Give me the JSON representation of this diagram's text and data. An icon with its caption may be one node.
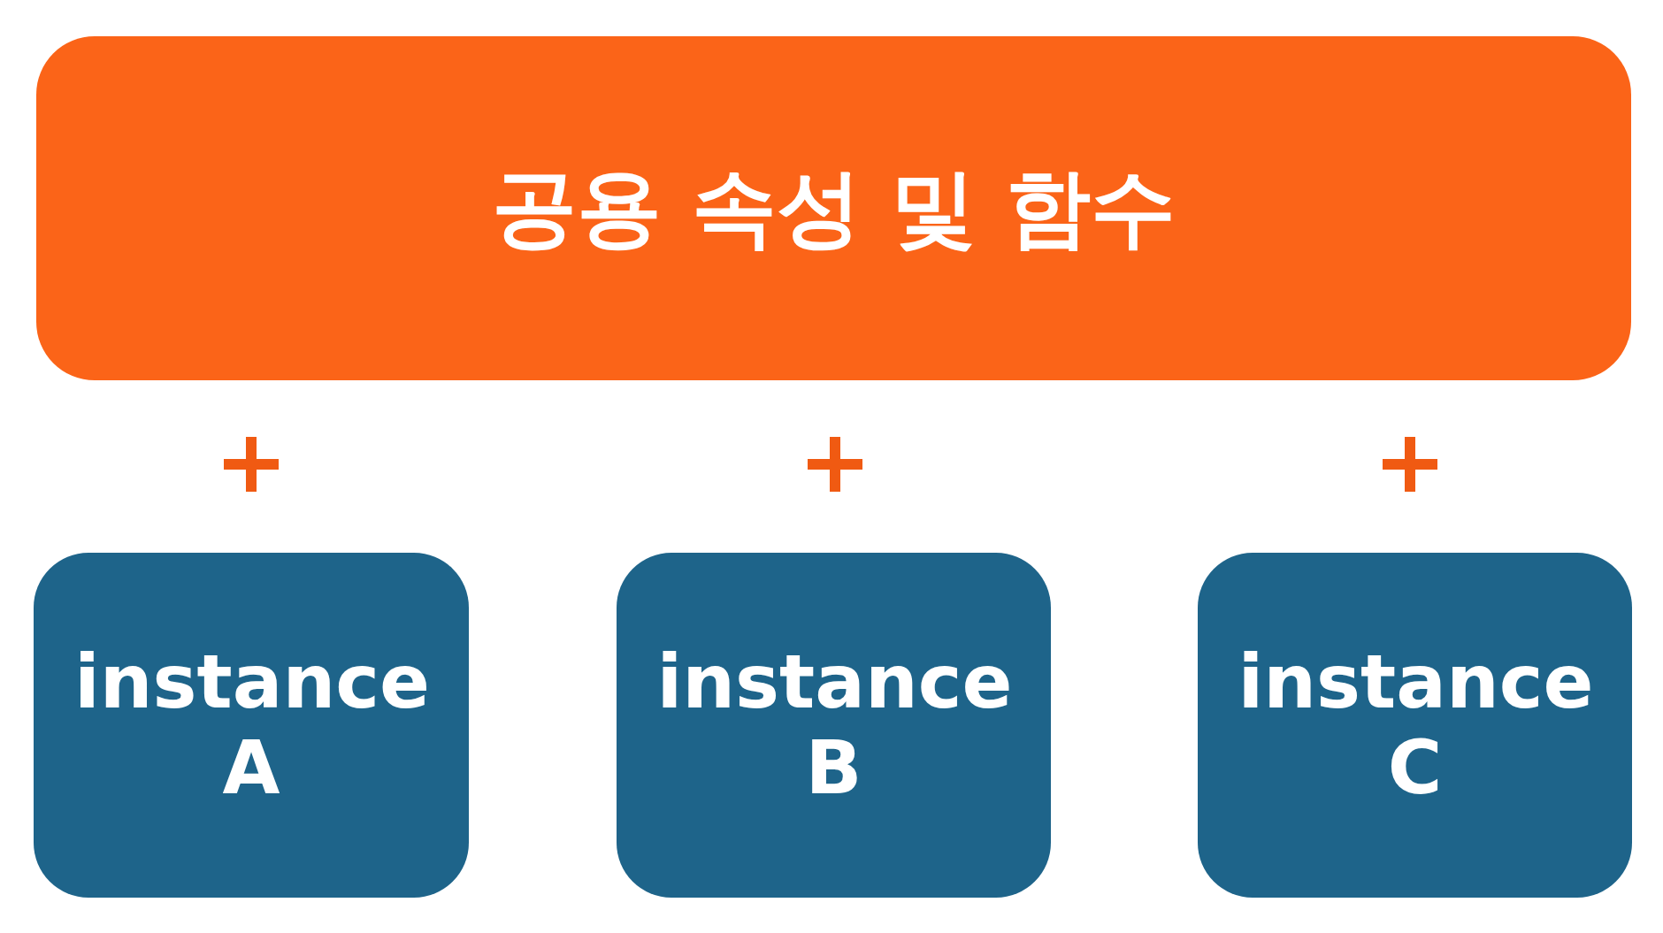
{
  "diagram": {
    "nodes": [
      {
        "text": [
          "공용 속성 및 함수"
        ]
      },
      {
        "text": [
          "instance A"
        ]
      },
      {
        "text": [
          "instance B"
        ]
      },
      {
        "text": [
          "instance C"
        ]
      }
    ]
  }
}
